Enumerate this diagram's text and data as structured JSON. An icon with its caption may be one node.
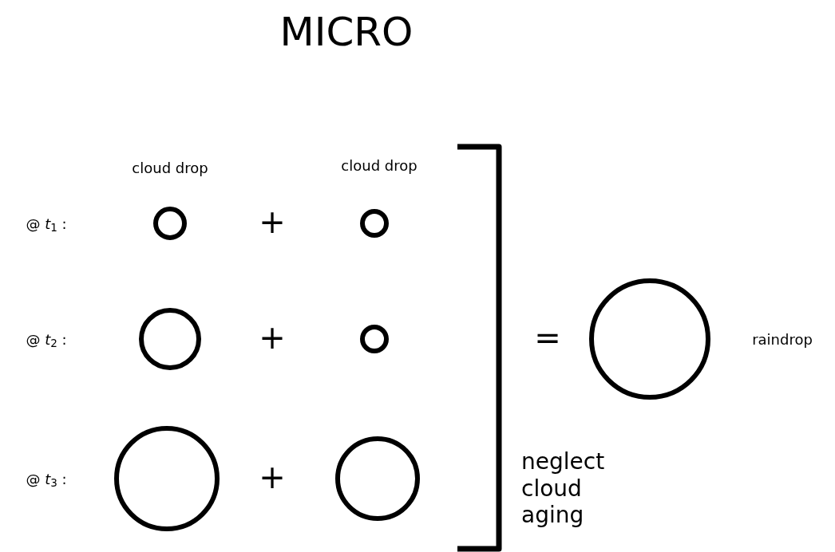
{
  "diagram": {
    "title": "MICRO",
    "nodes": [
      {
        "text": [],
        "shape": "circle",
        "beside": [
          "cloud drop"
        ]
      },
      {
        "text": [],
        "shape": "circle",
        "beside": [
          "cloud drop"
        ]
      },
      {
        "text": [],
        "shape": "circle"
      },
      {
        "text": [],
        "shape": "circle"
      },
      {
        "text": [],
        "shape": "circle"
      },
      {
        "text": [],
        "shape": "circle"
      },
      {
        "text": [],
        "shape": "circle",
        "beside": [
          "raindrop"
        ]
      }
    ],
    "edges": [],
    "labels": [
      "@ *t*$_{1}$ :",
      "+",
      "@ *t*$_{2}$ :",
      "+",
      "=",
      "@ *t*$_{3}$ :",
      "+",
      "neglect cloud aging"
    ]
  }
}
